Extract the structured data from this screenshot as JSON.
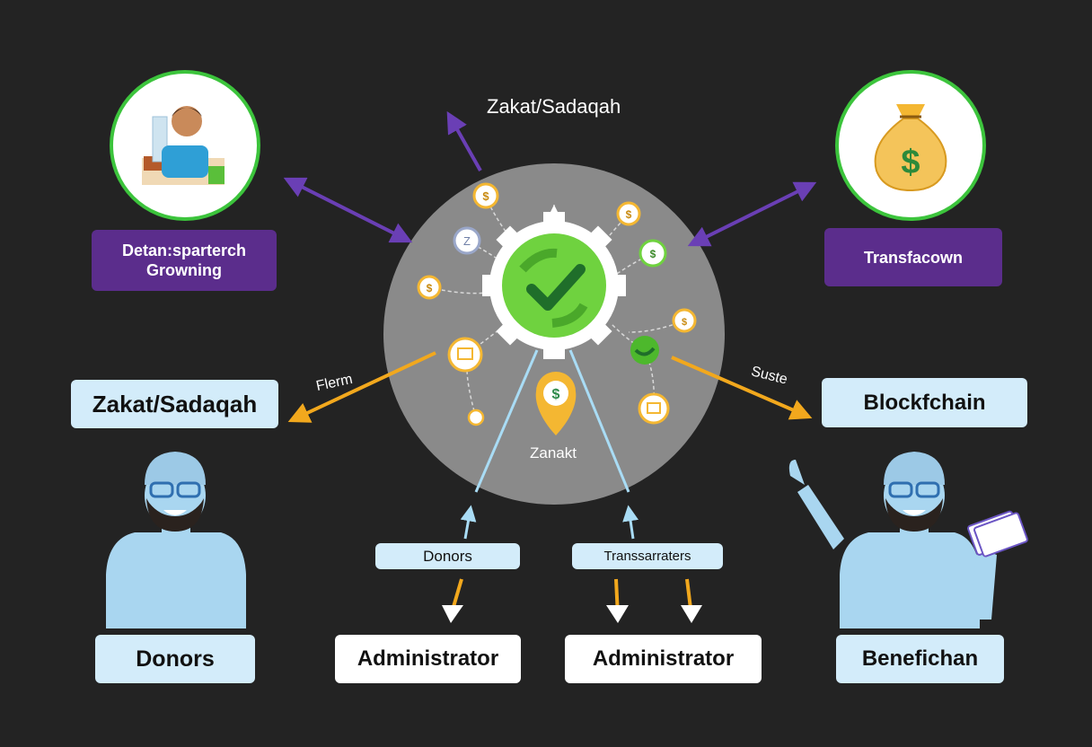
{
  "labels": {
    "top_title": "Zakat/Sadaqah",
    "purple_left": "Detan:sparterch Growning",
    "purple_right": "Transfacown",
    "left_box": "Zakat/Sadaqah",
    "right_box": "Blockfchain",
    "arrow_left_label": "Flerm",
    "arrow_right_label": "Suste",
    "center_label": "Zanakt",
    "mid_left_box": "Donors",
    "mid_right_box": "Transsarraters",
    "bottom": [
      "Donors",
      "Administrator",
      "Administrator",
      "Benefichan"
    ]
  },
  "colors": {
    "background": "#232323",
    "hub": "#8a8a8a",
    "accent_purple": "#5b2d8c",
    "arrow_purple": "#6a3fb5",
    "arrow_orange": "#f2a81d",
    "arrow_light_blue": "#a9dcf5",
    "check_green": "#6fd23f",
    "ring_green": "#3cc43c",
    "coin_orange": "#f4b732",
    "person_blue": "#a9d6f0"
  },
  "icons": [
    "market-vendor-icon",
    "money-bag-icon",
    "gear-check-icon",
    "location-pin-icon",
    "coin-icon",
    "person-icon"
  ]
}
